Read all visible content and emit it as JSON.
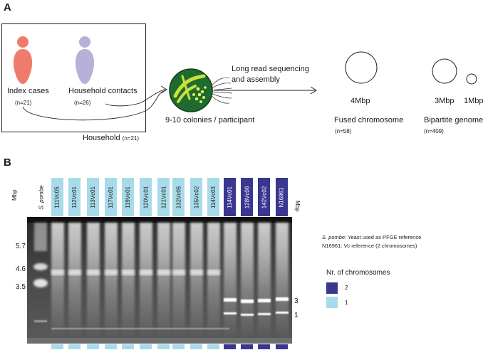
{
  "panel_a": {
    "label": "A",
    "index_cases": "Index cases",
    "index_n": "(n=21)",
    "household_contacts": "Household contacts",
    "household_n": "(n=26)",
    "household_label": "Household",
    "household_label_n": "(n=21)",
    "colonies": "9-10 colonies / participant",
    "sequencing_line1": "Long read sequencing",
    "sequencing_line2": "and assembly",
    "fused_size": "4Mbp",
    "fused_label": "Fused chromosome",
    "fused_n": "(n=58)",
    "bipartite_size1": "3Mbp",
    "bipartite_size2": "1Mbp",
    "bipartite_label": "Bipartite genome",
    "bipartite_n": "(n=409)",
    "colors": {
      "index_case": "#f07b6c",
      "household_contact": "#b8b0d8",
      "colony_dish": "#1f6b2f",
      "colony_streak": "#c9e23a"
    }
  },
  "panel_b": {
    "label": "B",
    "mbp_left": "Mbp",
    "mbp_right": "Mbp",
    "ladder_left": [
      "5.7",
      "4.6",
      "3.5"
    ],
    "ladder_right": [
      "3",
      "1"
    ],
    "lanes": [
      {
        "name": "S. pombe",
        "type": "reference"
      },
      {
        "name": "111Vc05",
        "type": "one"
      },
      {
        "name": "112Vc01",
        "type": "one"
      },
      {
        "name": "113Vc01",
        "type": "one"
      },
      {
        "name": "117Vc01",
        "type": "one"
      },
      {
        "name": "119Vc01",
        "type": "one"
      },
      {
        "name": "120Vc01",
        "type": "one"
      },
      {
        "name": "121Vc01",
        "type": "one"
      },
      {
        "name": "132Vc05",
        "type": "one"
      },
      {
        "name": "135Vc02",
        "type": "one"
      },
      {
        "name": "114Vc03",
        "type": "one"
      },
      {
        "name": "114Vc01",
        "type": "two"
      },
      {
        "name": "128Vc06",
        "type": "two"
      },
      {
        "name": "142Vc02",
        "type": "two"
      },
      {
        "name": "N16961",
        "type": "two"
      }
    ],
    "note_line1_italic": "S. pombe:",
    "note_line1_rest": " Yeast used as PFGE reference",
    "note_line2_pre": "N16961: ",
    "note_line2_italic": "Vc",
    "note_line2_rest": " reference (2 chromosomes)",
    "legend_title": "Nr. of chromosomes",
    "legend_items": [
      {
        "label": "2",
        "color": "#3b3690"
      },
      {
        "label": "1",
        "color": "#a8dbea"
      }
    ]
  }
}
